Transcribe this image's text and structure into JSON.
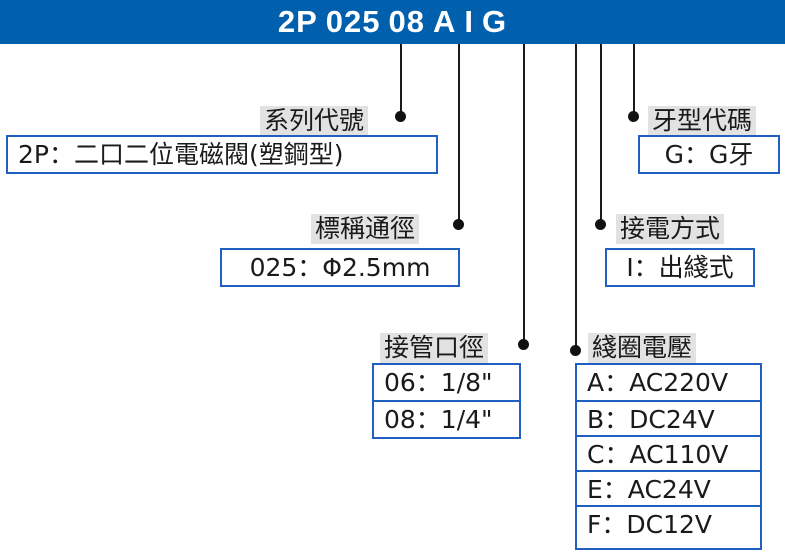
{
  "header": {
    "code_full": "2P 025 08 A I G",
    "segments": [
      "2P",
      "025",
      "08",
      "A",
      "I",
      "G"
    ],
    "bar_color": "#0060AE",
    "text_color": "#FFFFFF"
  },
  "colors": {
    "box_border": "#1F5FBF",
    "title_background": "#E2E2E2",
    "leader_line": "#1A1A1A"
  },
  "groups": {
    "series_code": {
      "title": "系列代號",
      "rows": [
        "2P：二口二位電磁閥(塑鋼型)"
      ]
    },
    "thread_type_code": {
      "title": "牙型代碼",
      "rows": [
        "G：G牙"
      ]
    },
    "nominal_diameter": {
      "title": "標稱通徑",
      "rows": [
        "025：Φ2.5mm"
      ]
    },
    "wiring_method": {
      "title": "接電方式",
      "rows": [
        "I：出綫式"
      ]
    },
    "port_size": {
      "title": "接管口徑",
      "rows": [
        "06：1/8\"",
        "08：1/4\""
      ]
    },
    "coil_voltage": {
      "title": "綫圈電壓",
      "rows": [
        "A：AC220V",
        "B：DC24V",
        "C：AC110V",
        "E：AC24V",
        "F：DC12V"
      ]
    }
  }
}
